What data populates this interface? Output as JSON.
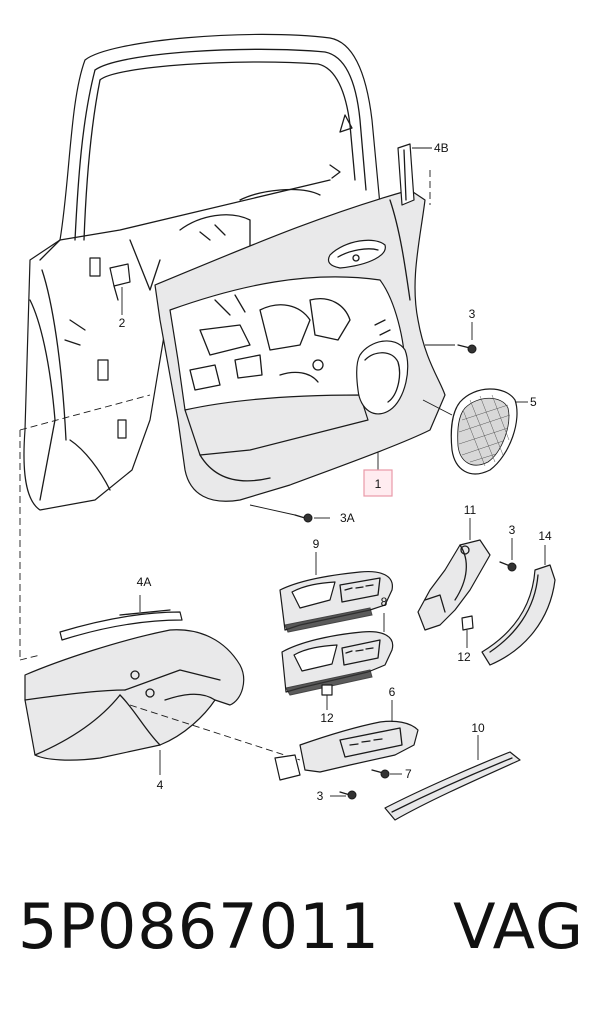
{
  "callouts": {
    "c1": "1",
    "c2": "2",
    "c3_top": "3",
    "c3a": "3A",
    "c4b": "4B",
    "c5": "5",
    "c9": "9",
    "c8": "8",
    "c11": "11",
    "c3_mid": "3",
    "c14": "14",
    "c12_right": "12",
    "c4a": "4A",
    "c4": "4",
    "c12_mid": "12",
    "c6": "6",
    "c7": "7",
    "c3_bot": "3",
    "c10": "10"
  },
  "footer": {
    "part_number": "5P0867011",
    "brand": "VAG"
  },
  "colors": {
    "highlight_fill": "#ffecf0",
    "highlight_border": "#e89aa8"
  }
}
